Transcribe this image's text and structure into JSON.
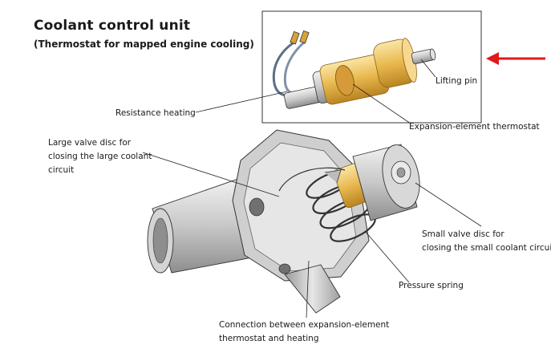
{
  "title": "Coolant control unit",
  "subtitle": "(Thermostat for mapped engine cooling)",
  "callouts": {
    "lifting_pin": "Lifting pin",
    "resistance_heating": "Resistance heating",
    "expansion_element": "Expansion-element thermostat",
    "large_valve": [
      "Large valve disc for",
      "closing the large coolant",
      "circuit"
    ],
    "small_valve": [
      "Small valve disc for",
      "closing the small coolant circuit"
    ],
    "pressure_spring": "Pressure spring",
    "connection": [
      "Connection between expansion-element",
      "thermostat and heating"
    ]
  },
  "colors": {
    "arrow": "#e0191b",
    "housing": "#c9c9c9",
    "brass": "#e8b84e",
    "outline": "#222222"
  }
}
